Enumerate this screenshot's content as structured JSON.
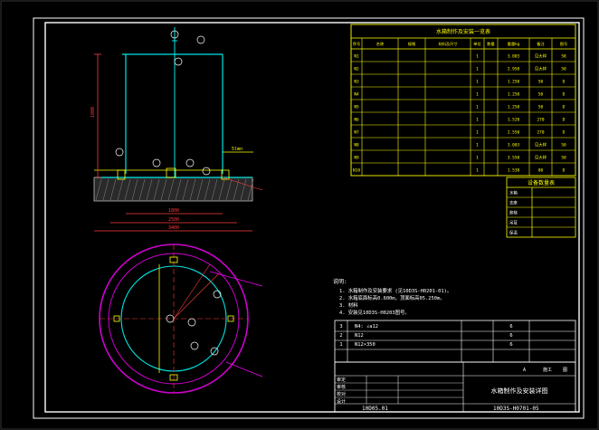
{
  "colors": {
    "background": "#000000",
    "frame": "#ffffff",
    "structure": "#00e5e5",
    "dimension": "#ff3b3b",
    "table": "#ffff00",
    "text": "#ffffff",
    "tank_ring": "#d000d0",
    "leader": "#ff00ff",
    "hatch": "#9aa0a0"
  },
  "main_table": {
    "title": "水箱制作及安装一览表",
    "header": [
      "序号",
      "名称",
      "规格",
      "材料及尺寸",
      "单位",
      "数量",
      "重量kg",
      "备注",
      "图号"
    ],
    "rows": [
      {
        "no": "N1",
        "qty": "1",
        "weight": "3.003",
        "note": "见大样",
        "fig": "50"
      },
      {
        "no": "N2",
        "qty": "1",
        "weight": "2.950",
        "note": "见大样",
        "fig": "50"
      },
      {
        "no": "N3",
        "qty": "1",
        "weight": "1.250",
        "note": "50",
        "fig": "D"
      },
      {
        "no": "N4",
        "qty": "1",
        "weight": "1.250",
        "note": "50",
        "fig": "D"
      },
      {
        "no": "N5",
        "qty": "1",
        "weight": "1.250",
        "note": "50",
        "fig": "D"
      },
      {
        "no": "N6",
        "qty": "1",
        "weight": "1.520",
        "note": "270",
        "fig": "D"
      },
      {
        "no": "N7",
        "qty": "1",
        "weight": "2.550",
        "note": "270",
        "fig": "D"
      },
      {
        "no": "N8",
        "qty": "1",
        "weight": "3.003",
        "note": "见大样",
        "fig": "50"
      },
      {
        "no": "N9",
        "qty": "1",
        "weight": "3.550",
        "note": "见大样",
        "fig": "50"
      },
      {
        "no": "N10",
        "qty": "1",
        "weight": "1.530",
        "note": "80",
        "fig": "D"
      }
    ]
  },
  "small_table": {
    "title": "设备数量表",
    "rows": [
      "水箱",
      "支座",
      "爬梯",
      "吊耳",
      "保温"
    ]
  },
  "notes": {
    "title": "说明:",
    "lines": [
      "1. 水箱制作及安装要求 (见10D3S-H0201-01)。",
      "2. 水箱底面标高0.600m，顶面标高05.250m。",
      "3. 材料",
      "4. 安装见10D3S-H0203图号。"
    ]
  },
  "parts": [
    {
      "no": "3",
      "name": "N4: ∠a12",
      "qty": "6"
    },
    {
      "no": "2",
      "name": "N12",
      "qty": "6"
    },
    {
      "no": "1",
      "name": "N12×350",
      "qty": "6"
    }
  ],
  "title_block": {
    "drawing_name": "水箱制作及安装详图",
    "sheet_left": "10D05.01",
    "sheet_right": "10D3S-H0701-05",
    "stage": "施工",
    "sheet_word": "图",
    "revision": "A",
    "labels": [
      "审定",
      "审核",
      "校对",
      "设计"
    ]
  },
  "elevation": {
    "level_label": "5lmn",
    "dims_bottom": [
      "1800",
      "2500",
      "3400"
    ],
    "height_dim": "1800"
  }
}
